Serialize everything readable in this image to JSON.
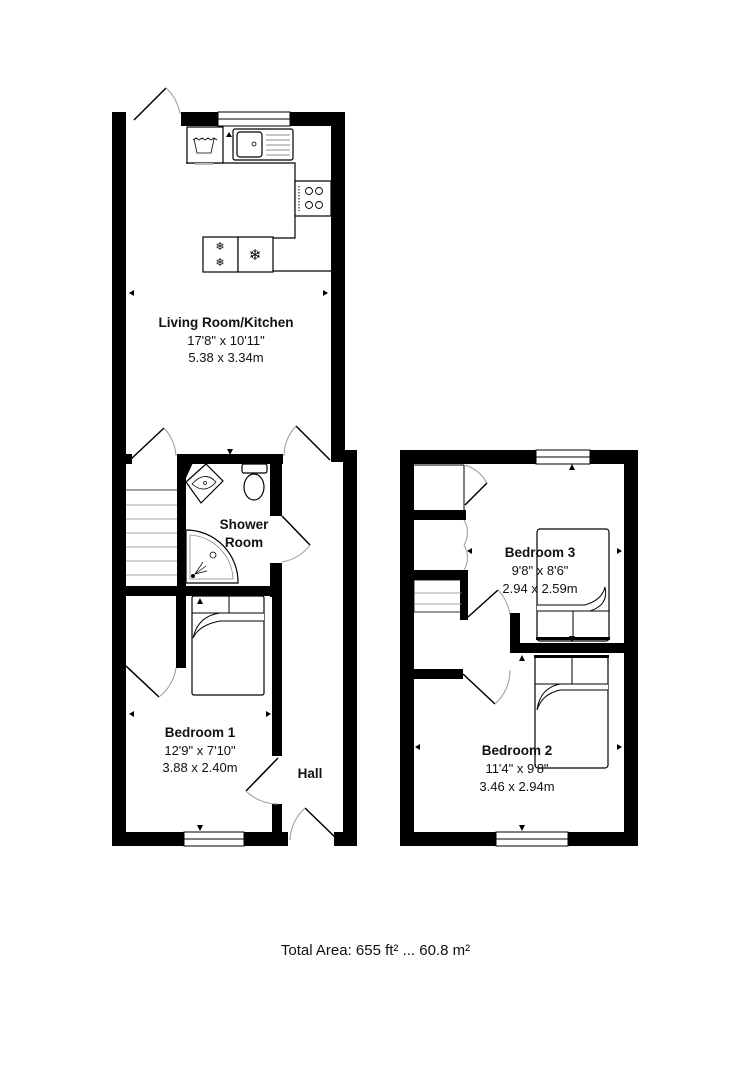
{
  "floorplan": {
    "ground_floor": {
      "rooms": [
        {
          "name": "Living Room/Kitchen",
          "dim_imperial": "17'8\" x 10'11\"",
          "dim_metric": "5.38 x 3.34m"
        },
        {
          "name_line1": "Shower",
          "name_line2": "Room"
        },
        {
          "name": "Bedroom 1",
          "dim_imperial": "12'9\" x 7'10\"",
          "dim_metric": "3.88 x 2.40m"
        },
        {
          "name": "Hall"
        }
      ]
    },
    "first_floor": {
      "rooms": [
        {
          "name": "Bedroom 3",
          "dim_imperial": "9'8\" x 8'6\"",
          "dim_metric": "2.94 x 2.59m"
        },
        {
          "name": "Bedroom 2",
          "dim_imperial": "11'4\" x 9'8\"",
          "dim_metric": "3.46 x 2.94m"
        }
      ]
    },
    "fixtures": [
      "washing-machine-icon",
      "sink-icon",
      "hob-icon",
      "fridge-icon",
      "freezer-icon",
      "toilet-icon",
      "basin-icon",
      "shower-tray-icon",
      "bed-icon",
      "stairs-icon"
    ],
    "total_area": "Total Area: 655 ft² ... 60.8 m²",
    "colors": {
      "wall": "#000000",
      "background": "#ffffff",
      "door_arc": "#9a9a9a"
    }
  }
}
